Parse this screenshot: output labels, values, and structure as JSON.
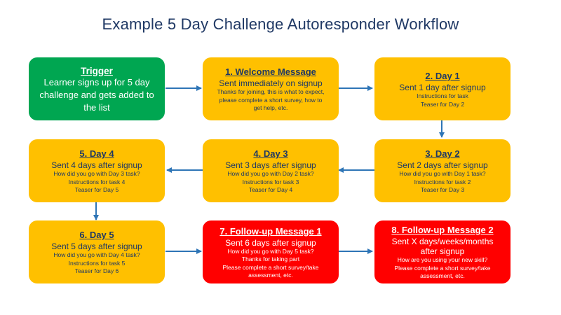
{
  "title": "Example 5 Day Challenge Autoresponder Workflow",
  "colors": {
    "trigger": "#00a651",
    "step": "#ffc000",
    "followup": "#ff0000",
    "arrow": "#2e75b6",
    "title": "#1f3864"
  },
  "boxes": {
    "trigger": {
      "title": "Trigger",
      "lines": [
        "Learner signs up for 5 day",
        "challenge and gets added to",
        "the list"
      ]
    },
    "welcome": {
      "title": "1. Welcome Message",
      "subtitle": "Sent immediately on signup",
      "details": [
        "Thanks for joining, this is what to expect,",
        "please complete a short survey, how to",
        "get help, etc."
      ]
    },
    "day1": {
      "title": "2. Day 1",
      "subtitle": "Sent 1 day after signup",
      "details": [
        "Instructions for task",
        "Teaser for Day 2"
      ]
    },
    "day2": {
      "title": "3. Day 2",
      "subtitle": "Sent 2 days after signup",
      "details": [
        "How did you go with Day 1 task?",
        "Instructions for task 2",
        "Teaser for Day 3"
      ]
    },
    "day3": {
      "title": "4. Day 3",
      "subtitle": "Sent 3 days after signup",
      "details": [
        "How did you go with Day 2 task?",
        "Instructions for task 3",
        "Teaser for Day 4"
      ]
    },
    "day4": {
      "title": "5. Day 4",
      "subtitle": "Sent 4 days after signup",
      "details": [
        "How did you go with Day 3 task?",
        "Instructions for task 4",
        "Teaser for Day 5"
      ]
    },
    "day5": {
      "title": "6. Day 5",
      "subtitle": "Sent 5 days after signup",
      "details": [
        "How did you go with Day 4 task?",
        "Instructions for task 5",
        "Teaser for Day 6"
      ]
    },
    "followup1": {
      "title": "7. Follow-up Message 1",
      "subtitle": "Sent 6 days after signup",
      "details": [
        "How did you go with Day 5 task?",
        "Thanks for taking part",
        "Please complete a short survey/take",
        "assessment, etc."
      ]
    },
    "followup2": {
      "title": "8. Follow-up Message 2",
      "subtitle_lines": [
        "Sent X days/weeks/months",
        "after signup"
      ],
      "details": [
        "How are you using your new skill?",
        "Please complete a short survey/take",
        "assessment, etc."
      ]
    }
  }
}
